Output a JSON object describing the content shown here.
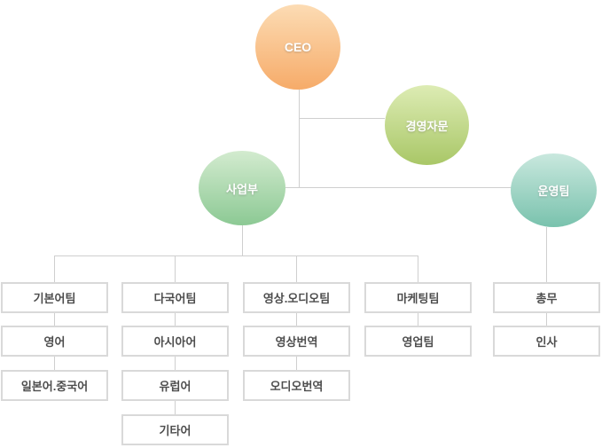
{
  "org": {
    "ceo": {
      "label": "CEO"
    },
    "advisor": {
      "label": "경영자문"
    },
    "business": {
      "label": "사업부"
    },
    "operations": {
      "label": "운영팀"
    },
    "business_columns": [
      {
        "items": [
          "기본어팀",
          "영어",
          "일본어.중국어"
        ]
      },
      {
        "items": [
          "다국어팀",
          "아시아어",
          "유럽어",
          "기타어"
        ]
      },
      {
        "items": [
          "영상.오디오팀",
          "영상번역",
          "오디오번역"
        ]
      },
      {
        "items": [
          "마케팅팀",
          "영업팀"
        ]
      }
    ],
    "operations_column": {
      "items": [
        "총무",
        "인사"
      ]
    }
  },
  "colors": {
    "ceo_top": "#fcdcb4",
    "ceo_bottom": "#f6ab69",
    "advisor_top": "#ddecb4",
    "advisor_bottom": "#a9c767",
    "business_top": "#d3ebcf",
    "business_bottom": "#8cc994",
    "operations_top": "#c9e8de",
    "operations_bottom": "#79c2ad",
    "connector_line": "#cfcfcf",
    "box_border": "#d9d9d9",
    "box_text": "#4d4d4d",
    "node_text": "#ffffff"
  }
}
